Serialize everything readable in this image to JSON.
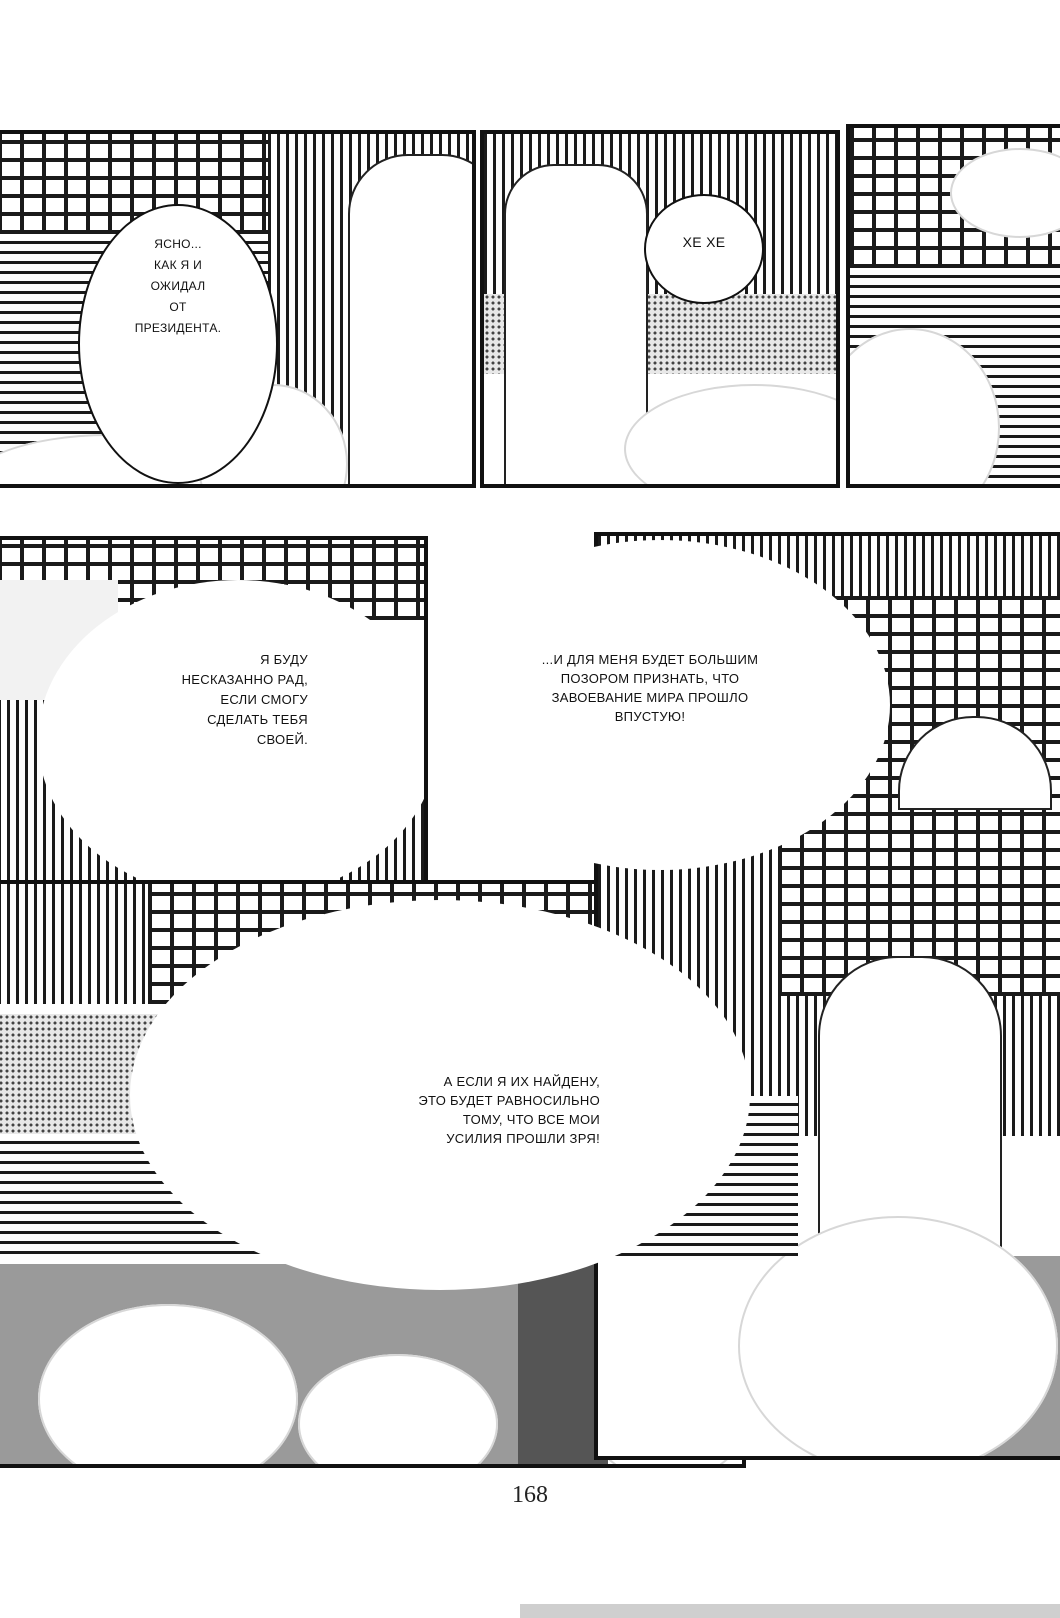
{
  "page": {
    "page_number": "168"
  },
  "panels": [
    {
      "id": "panel-1",
      "bubbles": [
        {
          "text": "ЯСНО...\nКАК Я И\nОЖИДАЛ\nОТ\nПРЕЗИДЕНТА."
        }
      ]
    },
    {
      "id": "panel-2",
      "bubbles": [
        {
          "text": "ХЕ  ХЕ"
        }
      ]
    },
    {
      "id": "panel-3",
      "bubbles": []
    },
    {
      "id": "panel-4",
      "bubbles": [
        {
          "text": "Я БУДУ\nНЕСКАЗАННО РАД,\nЕСЛИ СМОГУ\nСДЕЛАТЬ ТЕБЯ\nСВОЕЙ."
        }
      ]
    },
    {
      "id": "panel-5",
      "bubbles": [
        {
          "text": "...И ДЛЯ МЕНЯ БУДЕТ БОЛЬШИМ\nПОЗОРОМ ПРИЗНАТЬ, ЧТО\nЗАВОЕВАНИЕ МИРА ПРОШЛО\nВПУСТУЮ!"
        },
        {
          "text": "А ЕСЛИ Я ИХ НАЙДЕНУ,\nЭТО БУДЕТ РАВНОСИЛЬНО\nТОМУ, ЧТО ВСЕ МОИ\nУСИЛИЯ ПРОШЛИ ЗРЯ!"
        }
      ]
    }
  ]
}
